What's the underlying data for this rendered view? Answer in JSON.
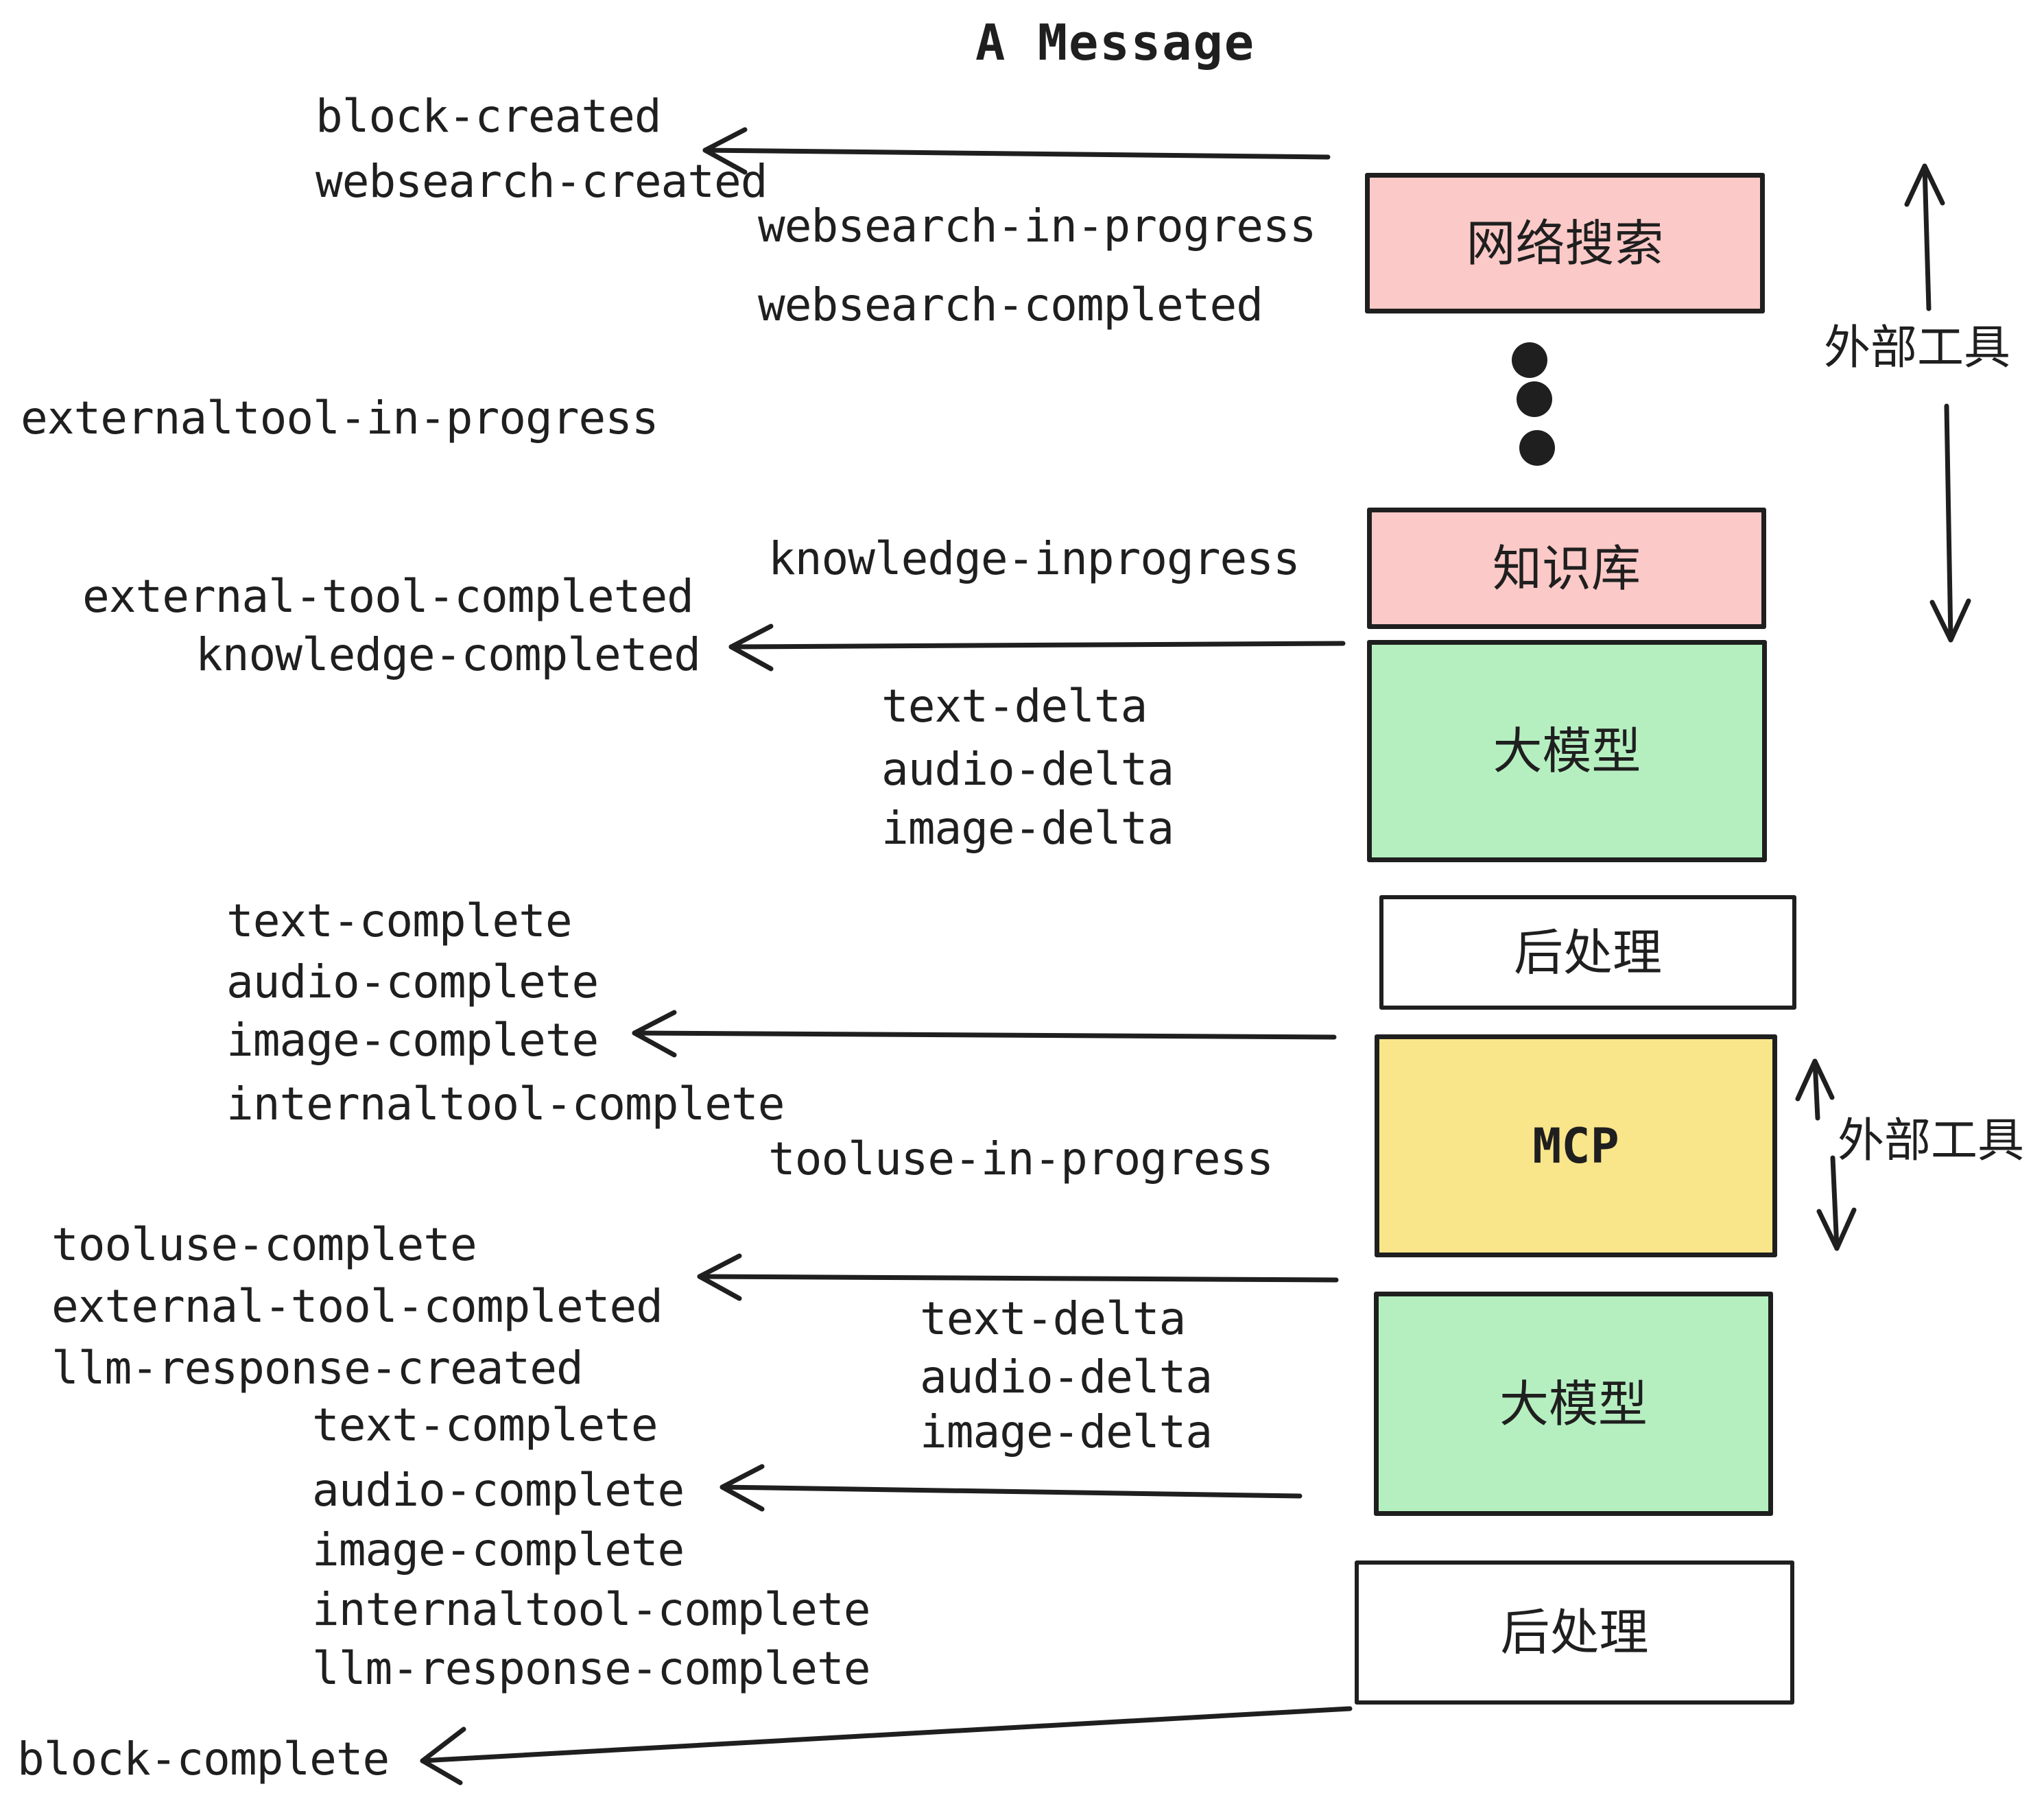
{
  "title": "A Message",
  "events": {
    "block_created": "block-created",
    "websearch_created": "websearch-created",
    "websearch_in_progress": "websearch-in-progress",
    "websearch_completed": "websearch-completed",
    "externaltool_in_progress": "externaltool-in-progress",
    "knowledge_inprogress": "knowledge-inprogress",
    "external_tool_completed": "external-tool-completed",
    "knowledge_completed": "knowledge-completed",
    "text_delta": "text-delta",
    "audio_delta": "audio-delta",
    "image_delta": "image-delta",
    "text_complete": "text-complete",
    "audio_complete": "audio-complete",
    "image_complete": "image-complete",
    "internaltool_complete": "internaltool-complete",
    "tooluse_in_progress": "tooluse-in-progress",
    "tooluse_complete": "tooluse-complete",
    "llm_response_created": "llm-response-created",
    "llm_response_complete": "llm-response-complete",
    "block_complete": "block-complete"
  },
  "boxes": {
    "websearch": {
      "label": "网络搜索",
      "fill": "#fbc9c7"
    },
    "knowledge": {
      "label": "知识库",
      "fill": "#fbc9c7"
    },
    "llm_top": {
      "label": "大模型",
      "fill": "#b5efc0"
    },
    "post_top": {
      "label": "后处理",
      "fill": "#ffffff"
    },
    "mcp": {
      "label": "MCP",
      "fill": "#f9e58a"
    },
    "llm_bottom": {
      "label": "大模型",
      "fill": "#b5efc0"
    },
    "post_bottom": {
      "label": "后处理",
      "fill": "#ffffff"
    }
  },
  "side_labels": {
    "external_tools_top": "外部工具",
    "external_tools_bottom": "外部工具"
  },
  "colors": {
    "ink": "#1f1f1f",
    "pink": "#fbc9c7",
    "green": "#b5efc0",
    "yellow": "#f9e58a",
    "white": "#ffffff"
  }
}
